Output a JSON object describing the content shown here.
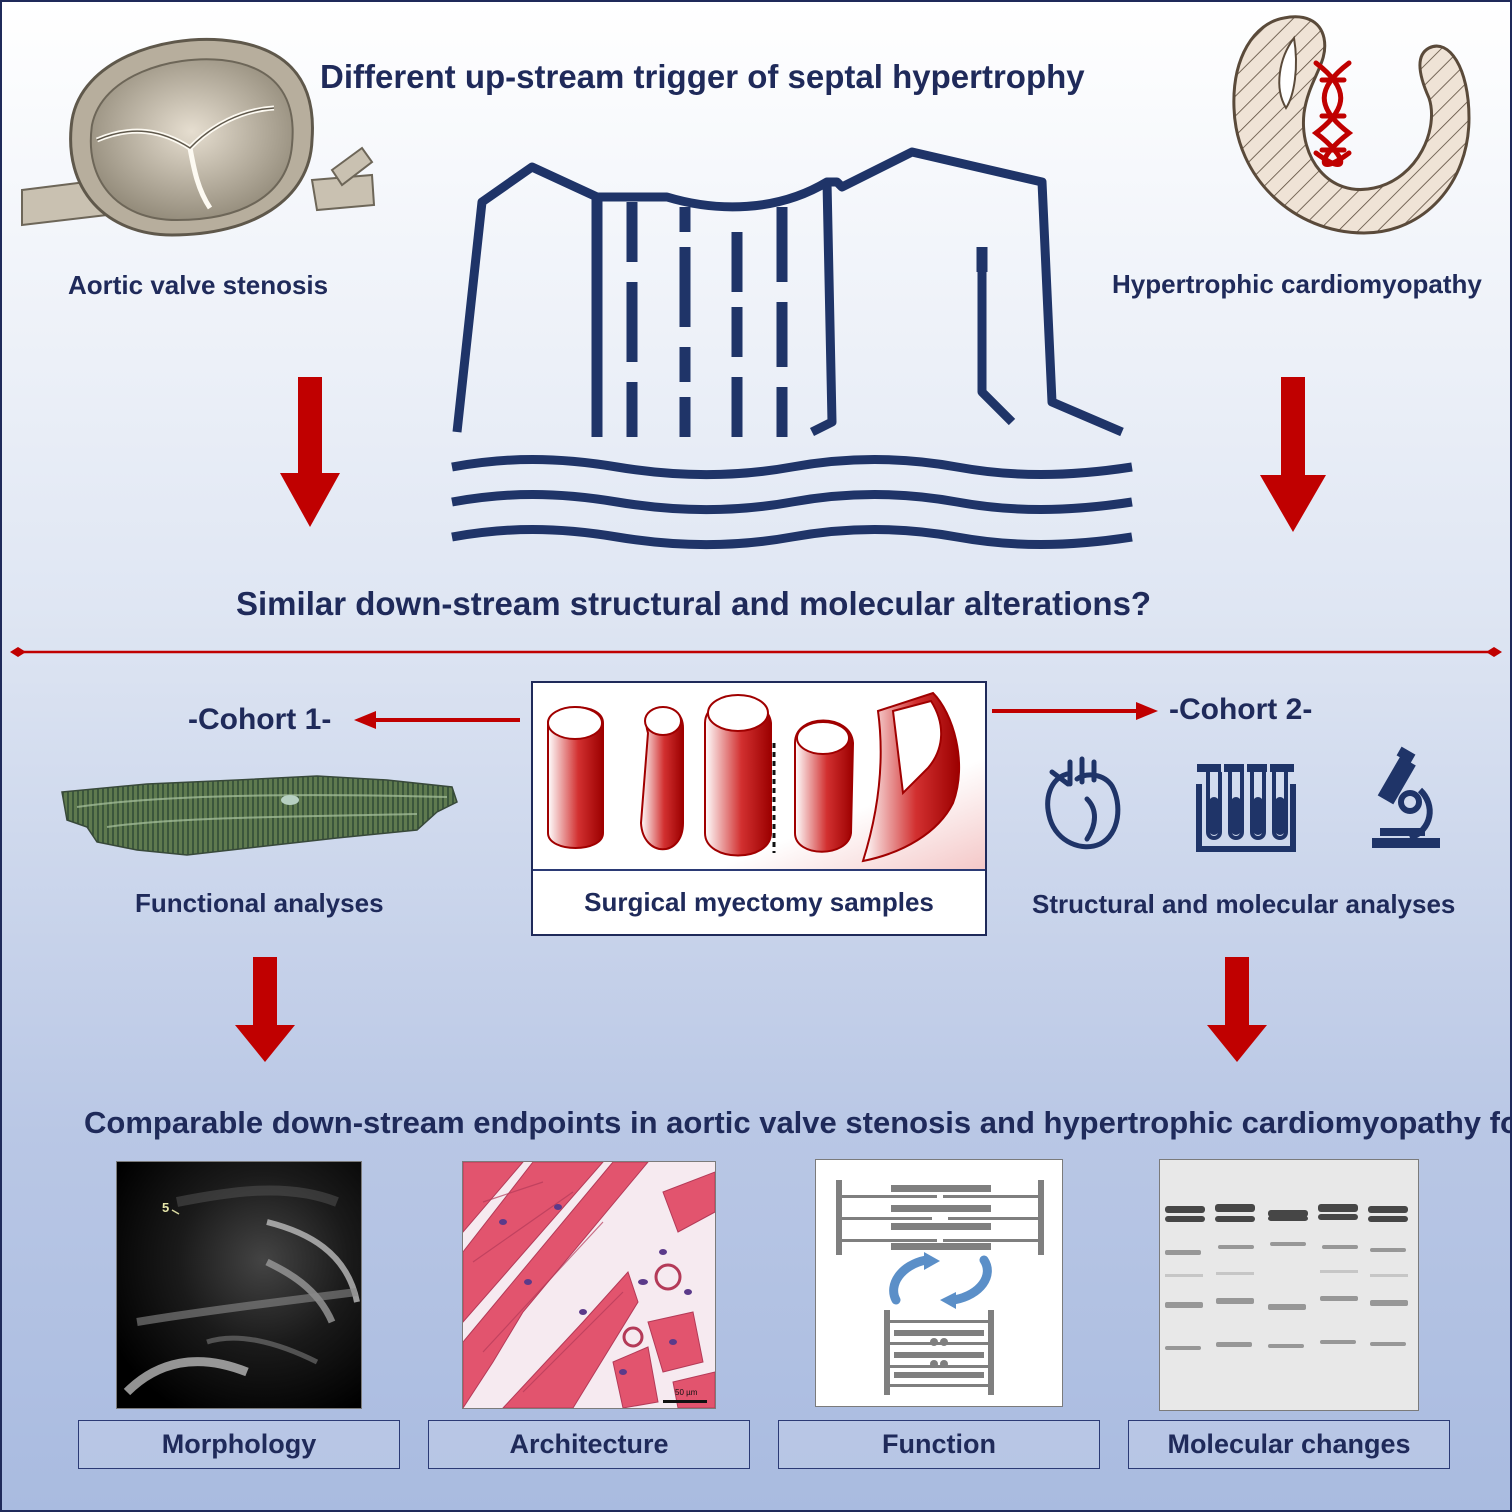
{
  "header": {
    "title": "Different up-stream trigger of septal hypertrophy",
    "left_condition": "Aortic valve stenosis",
    "right_condition": "Hypertrophic cardiomyopathy"
  },
  "question": "Similar down-stream structural and molecular alterations?",
  "samples": {
    "caption": "Surgical myectomy samples"
  },
  "cohort1": {
    "label": "-Cohort 1-",
    "analysis": "Functional analyses"
  },
  "cohort2": {
    "label": "-Cohort 2-",
    "analysis": "Structural and molecular analyses"
  },
  "endpoints": {
    "heading": "Comparable down-stream endpoints in aortic valve stenosis and hypertrophic cardiomyopathy for",
    "echo_marker": "5",
    "scale_bar": "50 µm",
    "items": [
      {
        "label": "Morphology"
      },
      {
        "label": "Architecture"
      },
      {
        "label": "Function"
      },
      {
        "label": "Molecular changes"
      }
    ]
  },
  "colors": {
    "navy": "#1f2a5a",
    "red_arrow": "#c00000",
    "divider": "#c00000",
    "logo": "#1f3468",
    "dna": "#c00000"
  },
  "icons": [
    "aortic-valve-image",
    "hcm-heart-dna-icon",
    "logo-icon",
    "heart-icon",
    "test-tubes-icon",
    "microscope-icon"
  ]
}
